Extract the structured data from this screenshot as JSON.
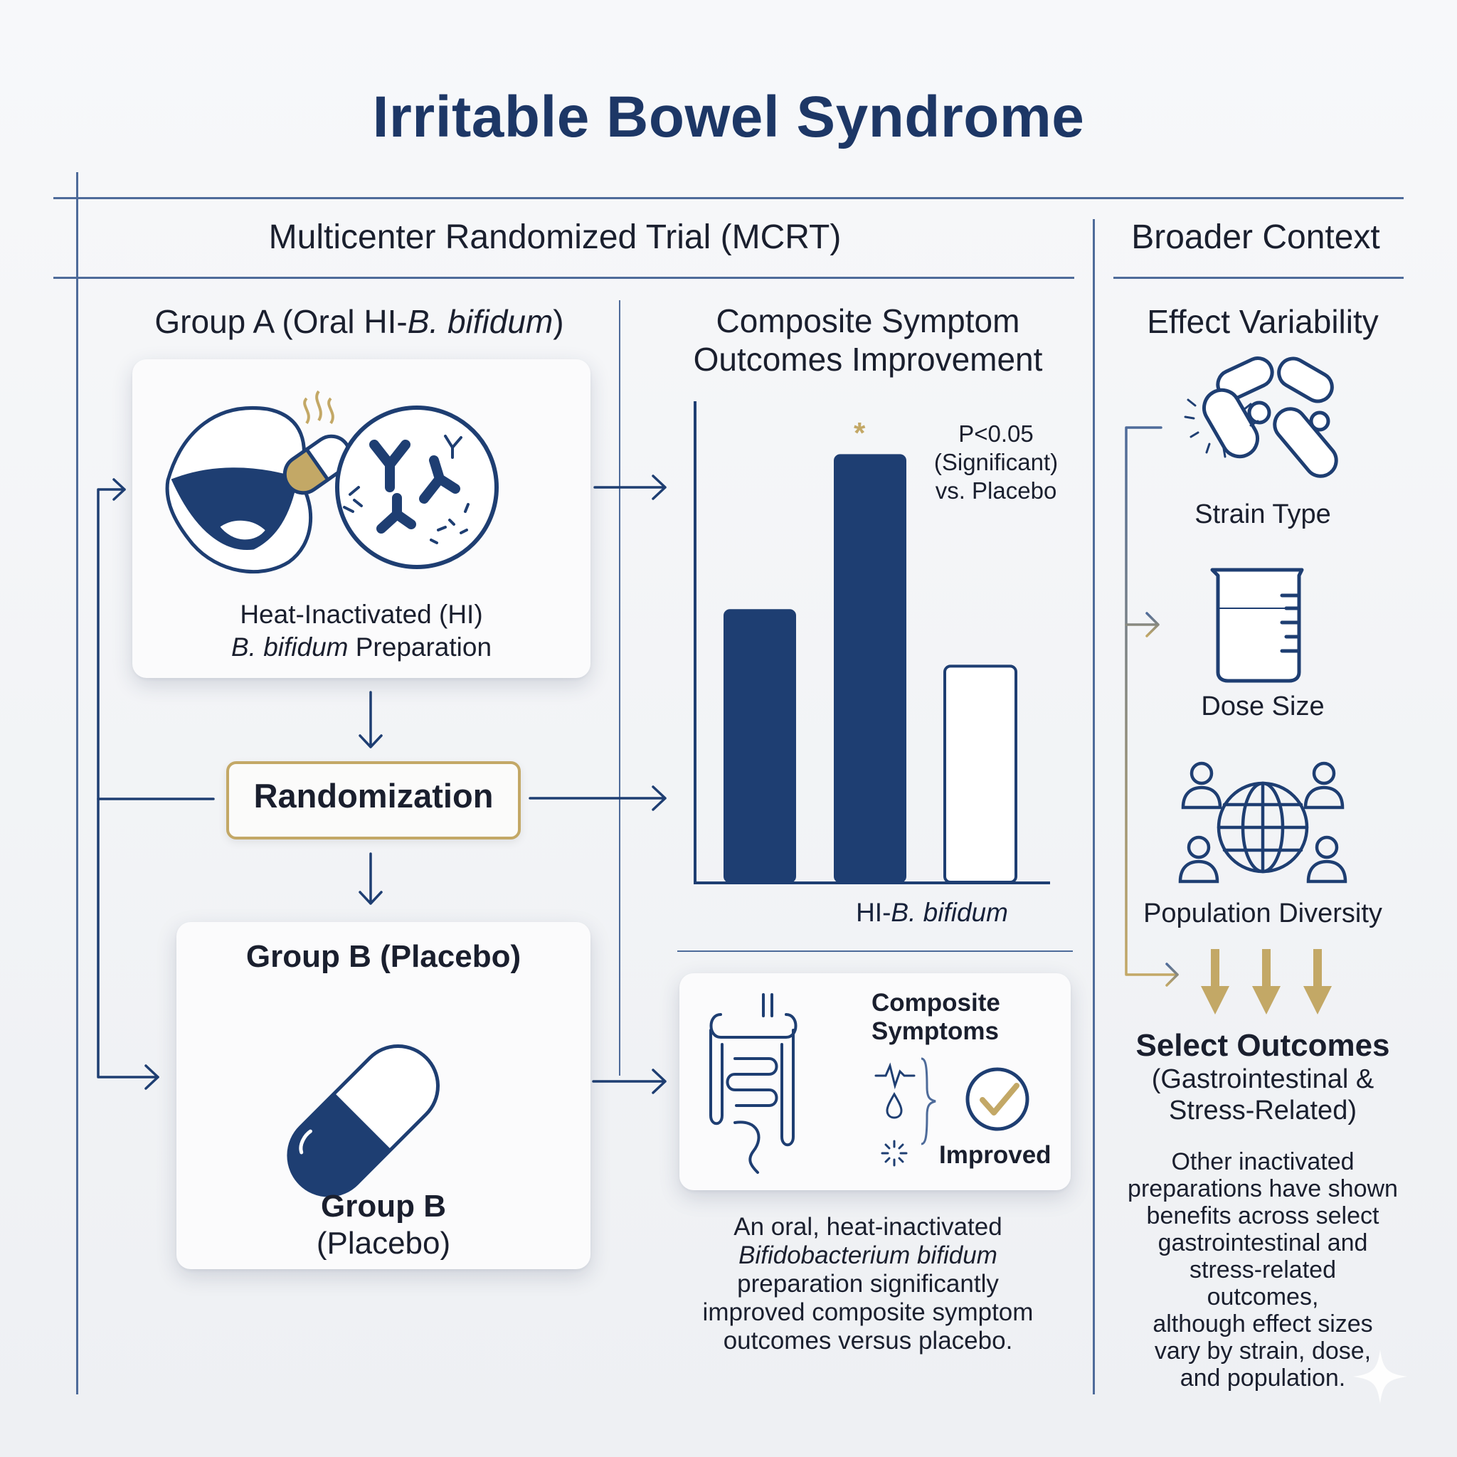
{
  "title": "Irritable Bowel Syndrome",
  "sections": {
    "trial_header": "Multicenter Randomized Trial (MCRT)",
    "context_header": "Broader Context"
  },
  "group_a": {
    "title_prefix": "Group A (Oral HI-",
    "title_italic": "B. bifidum",
    "title_suffix": ")",
    "caption_line1": "Heat-Inactivated (HI)",
    "caption_italic": "B. bifidum",
    "caption_suffix": " Preparation"
  },
  "randomization": "Randomization",
  "group_b": {
    "title": "Group B (Placebo)",
    "label_line1": "Group B",
    "label_line2": "(Placebo)"
  },
  "chart_data": {
    "type": "bar",
    "title": "Composite Symptom Outcomes Improvement",
    "xlabel_prefix": "HI-",
    "xlabel_italic": "B. bifidum",
    "annotation": {
      "marker": "*",
      "lines": [
        "P<0.05",
        "(Significant)",
        "vs. Placebo"
      ]
    },
    "series": [
      {
        "values": [
          0.58,
          0.91,
          0.46
        ],
        "colors": [
          "#1e3e72",
          "#1e3e72",
          "#ffffff"
        ]
      }
    ],
    "ylim": [
      0,
      1
    ],
    "grid": false,
    "legend": "none"
  },
  "symptoms": {
    "title_line1": "Composite",
    "title_line2": "Symptoms",
    "result": "Improved"
  },
  "trial_summary": {
    "line1": "An oral, heat-inactivated",
    "line2_italic": "Bifidobacterium bifidum",
    "line3": "preparation significantly",
    "line4": "improved composite symptom",
    "line5": "outcomes versus placebo."
  },
  "context": {
    "variability_title": "Effect Variability",
    "factors": [
      {
        "label": "Strain Type",
        "icon": "bacteria-icon"
      },
      {
        "label": "Dose Size",
        "icon": "beaker-icon"
      },
      {
        "label": "Population Diversity",
        "icon": "globe-people-icon"
      }
    ],
    "outcomes_title": "Select Outcomes",
    "outcomes_line1": "(Gastrointestinal &",
    "outcomes_line2": "Stress-Related)",
    "note_lines": [
      "Other inactivated",
      "preparations have shown",
      "benefits across select",
      "gastrointestinal and",
      "stress-related",
      "outcomes,",
      "although effect sizes",
      "vary by strain, dose,",
      "and population."
    ]
  },
  "colors": {
    "navy": "#1e3e72",
    "gold": "#c3a866",
    "line": "#4e6b9a"
  }
}
